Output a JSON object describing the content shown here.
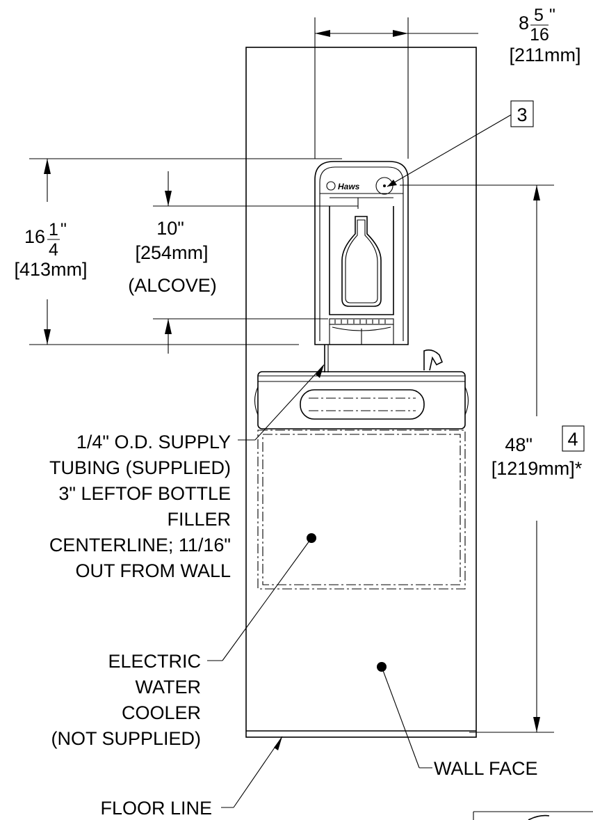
{
  "dimensions": {
    "width_whole": "8",
    "width_num": "5",
    "width_den": "16",
    "width_unit": "\"",
    "width_mm": "[211mm]",
    "overall_whole": "16",
    "overall_num": "1",
    "overall_den": "4",
    "overall_unit": "\"",
    "overall_mm": "[413mm]",
    "alcove_in": "10\"",
    "alcove_mm": "[254mm]",
    "alcove_label": "(ALCOVE)",
    "height_in": "48\"",
    "height_mm": "[1219mm]*"
  },
  "callouts": {
    "tag_3": "3",
    "tag_4": "4"
  },
  "product": {
    "logo_text": "Haws"
  },
  "notes": {
    "supply_tubing": [
      "1/4\" O.D. SUPPLY",
      "TUBING (SUPPLIED)",
      "3\" LEFTOF BOTTLE",
      "FILLER",
      "CENTERLINE; 11/16\"",
      "OUT FROM WALL"
    ],
    "water_cooler": [
      "ELECTRIC",
      "WATER",
      "COOLER",
      "(NOT SUPPLIED)"
    ],
    "wall_face": "WALL FACE",
    "floor_line": "FLOOR LINE"
  }
}
